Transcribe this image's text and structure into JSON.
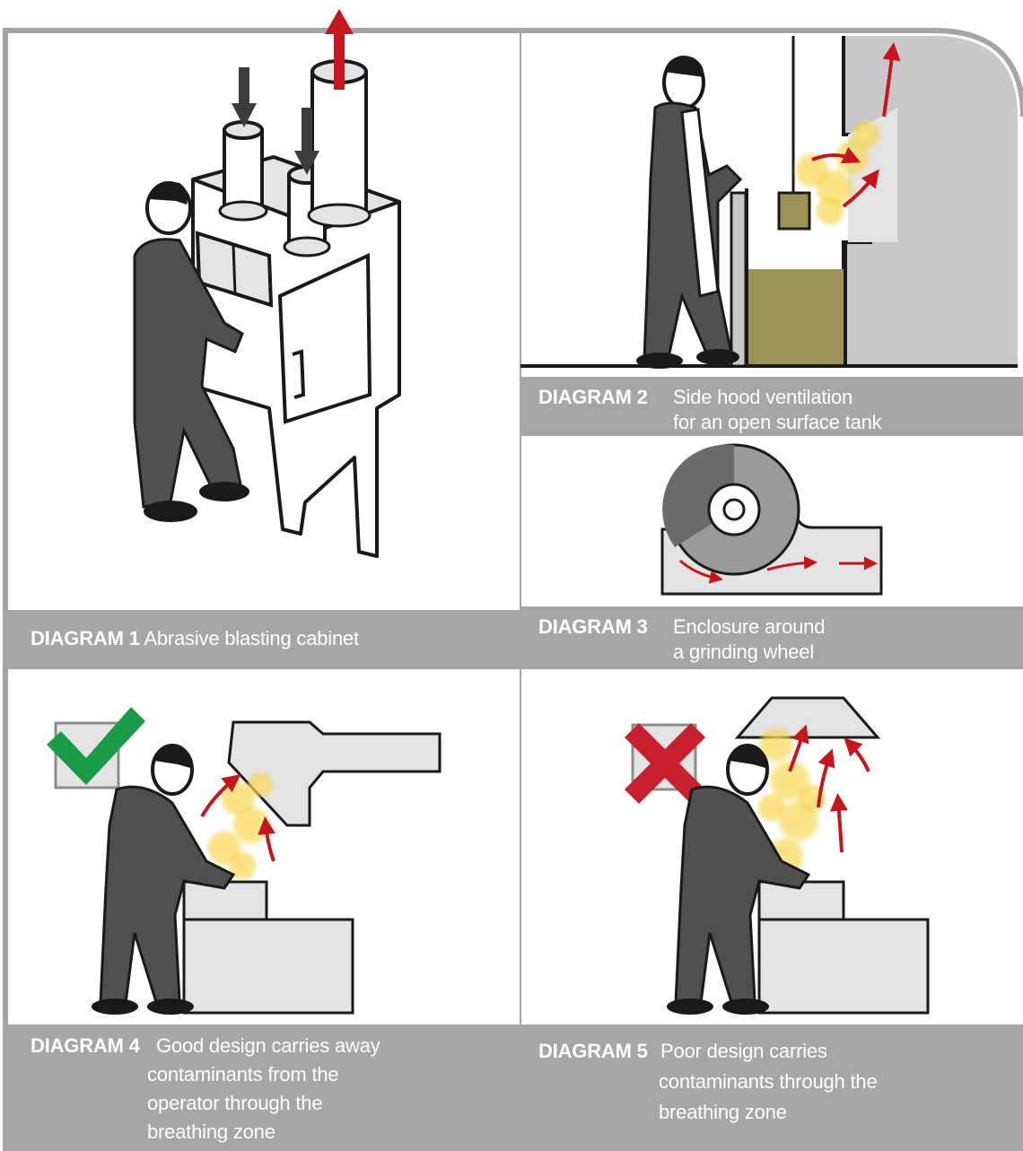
{
  "colors": {
    "frame": "#a5a5a5",
    "caption_band": "#a6a6a6",
    "grey_light": "#e3e3e3",
    "grey_mid": "#c8c8c8",
    "figure_dark": "#505050",
    "arrow_red": "#c4161c",
    "contaminant_yellow": "#f8d347",
    "tank_liquid": "#9c9359",
    "check_green": "#1a9b48",
    "cross_red": "#c8202f"
  },
  "diagrams": [
    {
      "label": "DIAGRAM 1",
      "caption": [
        "Abrasive blasting cabinet"
      ],
      "icon": "blasting-cabinet"
    },
    {
      "label": "DIAGRAM 2",
      "caption": [
        "Side hood ventilation",
        "for an open surface tank"
      ],
      "icon": "side-hood-tank"
    },
    {
      "label": "DIAGRAM 3",
      "caption": [
        "Enclosure around",
        "a grinding wheel"
      ],
      "icon": "grinding-wheel-enclosure"
    },
    {
      "label": "DIAGRAM 4",
      "caption": [
        "Good design carries away",
        "contaminants from the",
        "operator through the",
        "breathing zone"
      ],
      "icon": "good-design-check"
    },
    {
      "label": "DIAGRAM 5",
      "caption": [
        "Poor design carries",
        "contaminants through the",
        "breathing zone"
      ],
      "icon": "poor-design-cross"
    }
  ]
}
